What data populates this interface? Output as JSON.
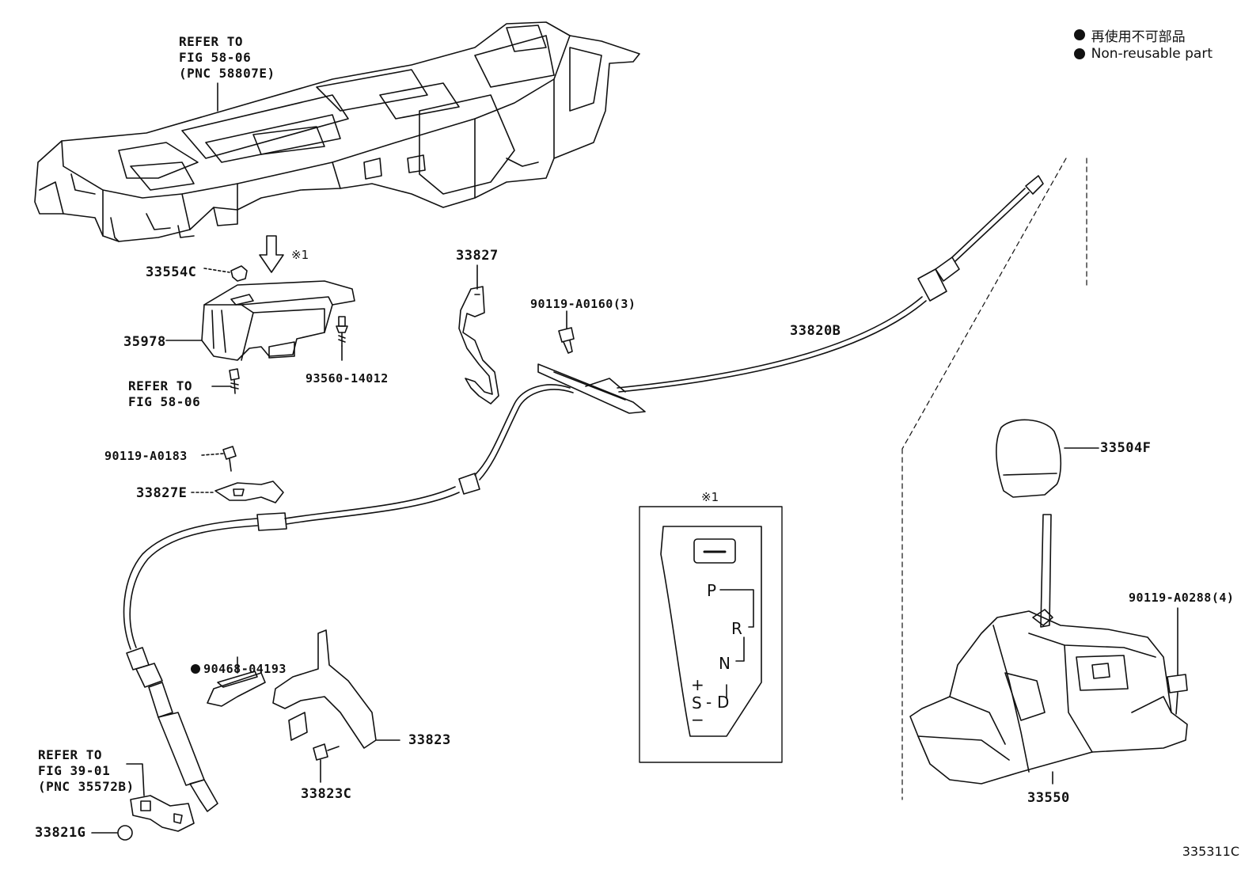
{
  "legend": {
    "items": [
      {
        "label_ja": "再使用不可部品"
      },
      {
        "label_en": "Non-reusable part"
      }
    ]
  },
  "figure_number": "335311C",
  "refs": {
    "console": [
      "REFER TO",
      "FIG 58-06",
      "(PNC 58807E)"
    ],
    "screw": [
      "REFER TO",
      "FIG 58-06"
    ],
    "cable_end": [
      "REFER TO",
      "FIG 39-01",
      "(PNC 35572B)"
    ]
  },
  "parts": {
    "p33554c": "33554C",
    "p35978": "35978",
    "p93560": "93560-14012",
    "p33827": "33827",
    "p90119_a0160": "90119-A0160(3)",
    "p33820b": "33820B",
    "p90119_a0183": "90119-A0183",
    "p33827e": "33827E",
    "p90468": "90468-04193",
    "p33823": "33823",
    "p33823c": "33823C",
    "p33821g": "33821G",
    "p33504f": "33504F",
    "p90119_a0288": "90119-A0288(4)",
    "p33550": "33550"
  },
  "note_mark": "※1",
  "inset": {
    "mark": "※1",
    "gate": {
      "p": "P",
      "r": "R",
      "n": "N",
      "d": "D",
      "s": "S",
      "plus": "+",
      "minus": "−",
      "dash": "-"
    }
  }
}
